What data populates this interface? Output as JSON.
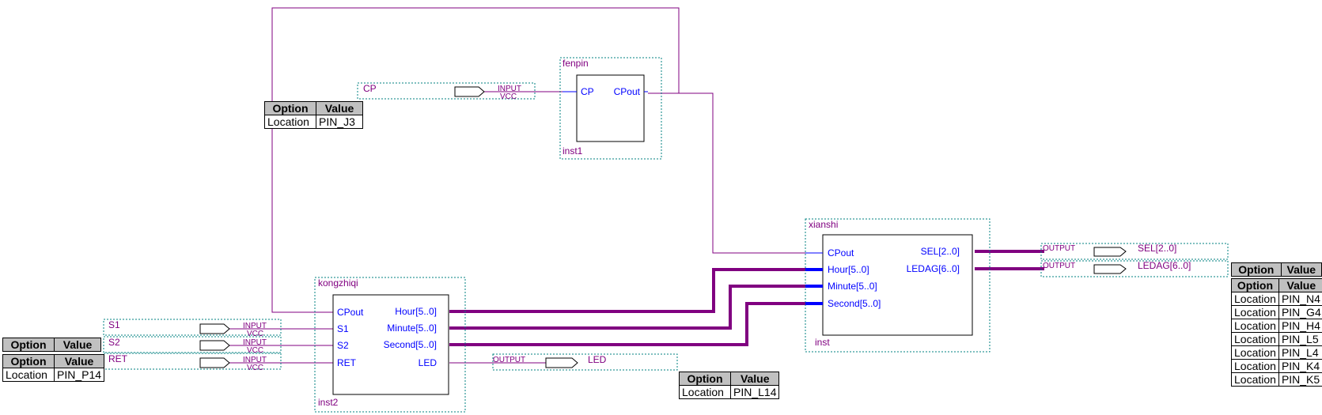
{
  "colors": {
    "wire": "#800080",
    "bus": "#800080",
    "port": "#0000ff",
    "instance_label": "#800080",
    "frame": "#008080",
    "pin_stub": "#00a0c0",
    "table_header": "#c0c0c0"
  },
  "blocks": {
    "fenpin": {
      "name": "fenpin",
      "instance": "inst1",
      "ports_in": [
        "CP"
      ],
      "ports_out": [
        "CPout"
      ]
    },
    "kongzhiqi": {
      "name": "kongzhiqi",
      "instance": "inst2",
      "ports_in": [
        "CPout",
        "S1",
        "S2",
        "RET"
      ],
      "ports_out": [
        "Hour[5..0]",
        "Minute[5..0]",
        "Second[5..0]",
        "LED"
      ]
    },
    "xianshi": {
      "name": "xianshi",
      "instance": "inst",
      "ports_in": [
        "CPout",
        "Hour[5..0]",
        "Minute[5..0]",
        "Second[5..0]"
      ],
      "ports_out": [
        "SEL[2..0]",
        "LEDAG[6..0]"
      ]
    }
  },
  "pins": {
    "cp": {
      "name": "CP",
      "type": "INPUT",
      "vcc": "VCC"
    },
    "s1": {
      "name": "S1",
      "type": "INPUT",
      "vcc": "VCC"
    },
    "s2": {
      "name": "S2",
      "type": "INPUT",
      "vcc": "VCC"
    },
    "ret": {
      "name": "RET",
      "type": "INPUT",
      "vcc": "VCC"
    },
    "led": {
      "name": "LED",
      "type": "OUTPUT"
    },
    "sel": {
      "name": "SEL[2..0]",
      "type": "OUTPUT"
    },
    "ledag": {
      "name": "LEDAG[6..0]",
      "type": "OUTPUT"
    }
  },
  "assignments": {
    "header": {
      "option": "Option",
      "value": "Value"
    },
    "cp": [
      {
        "option": "Location",
        "value": "PIN_J3"
      }
    ],
    "ret": [
      {
        "option": "Location",
        "value": "PIN_P14"
      }
    ],
    "led": [
      {
        "option": "Location",
        "value": "PIN_L14"
      }
    ],
    "ledag": [
      {
        "option": "Location",
        "value": "PIN_N4"
      },
      {
        "option": "Location",
        "value": "PIN_G4"
      },
      {
        "option": "Location",
        "value": "PIN_H4"
      },
      {
        "option": "Location",
        "value": "PIN_L5"
      },
      {
        "option": "Location",
        "value": "PIN_L4"
      },
      {
        "option": "Location",
        "value": "PIN_K4"
      },
      {
        "option": "Location",
        "value": "PIN_K5"
      }
    ]
  }
}
